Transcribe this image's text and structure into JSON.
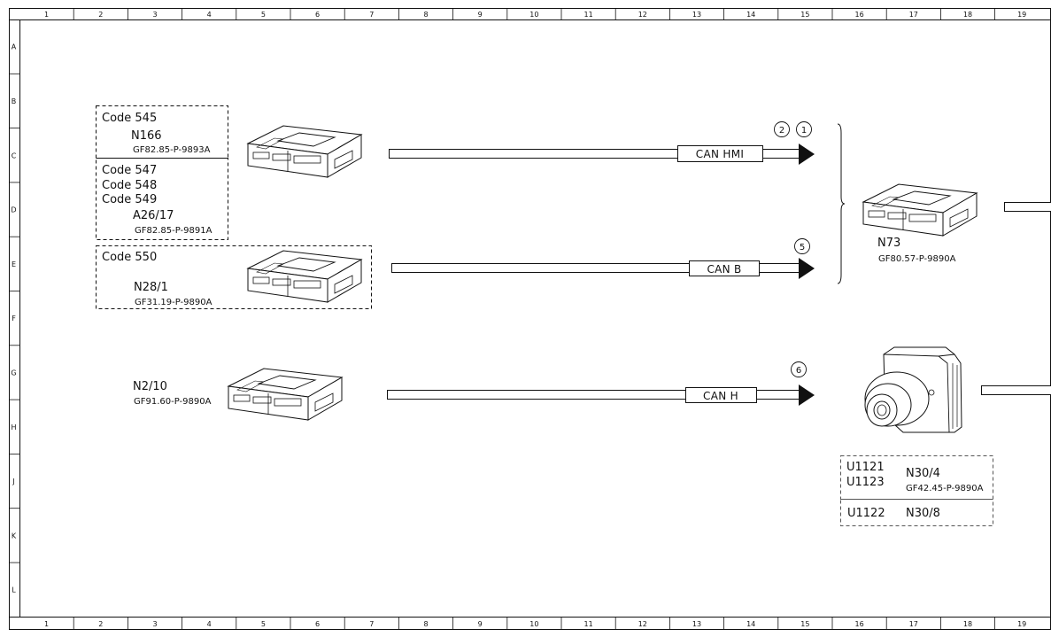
{
  "ruler": {
    "columns": [
      "1",
      "2",
      "3",
      "4",
      "5",
      "6",
      "7",
      "8",
      "9",
      "10",
      "11",
      "12",
      "13",
      "14",
      "15",
      "16",
      "17",
      "18",
      "19"
    ],
    "rows": [
      "A",
      "B",
      "C",
      "D",
      "E",
      "F",
      "G",
      "H",
      "J",
      "K",
      "L"
    ]
  },
  "groups": {
    "code545": {
      "code": "Code 545",
      "component": "N166",
      "ref": "GF82.85-P-9893A"
    },
    "code547": {
      "codes": [
        "Code 547",
        "Code 548",
        "Code 549"
      ],
      "component": "A26/17",
      "ref": "GF82.85-P-9891A"
    },
    "code550": {
      "code": "Code 550",
      "component": "N28/1",
      "ref": "GF31.19-P-9890A"
    },
    "n210": {
      "component": "N2/10",
      "ref": "GF91.60-P-9890A"
    },
    "n73": {
      "component": "N73",
      "ref": "GF80.57-P-9890A"
    },
    "n304": {
      "codes": [
        "U1121",
        "U1123"
      ],
      "component": "N30/4",
      "ref": "GF42.45-P-9890A"
    },
    "n308": {
      "code": "U1122",
      "component": "N30/8"
    }
  },
  "buses": [
    {
      "label": "CAN HMI",
      "markers": [
        "2",
        "1"
      ]
    },
    {
      "label": "CAN B",
      "markers": [
        "5"
      ]
    },
    {
      "label": "CAN H",
      "markers": [
        "6"
      ]
    }
  ]
}
